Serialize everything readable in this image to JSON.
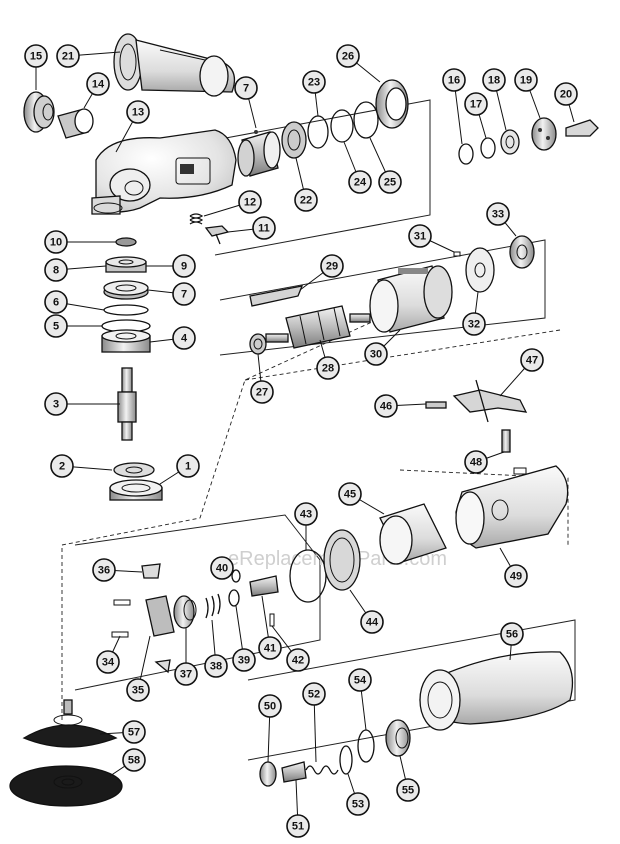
{
  "diagram": {
    "watermark": "eReplacementParts.com",
    "callouts": [
      "1",
      "2",
      "3",
      "4",
      "5",
      "6",
      "7",
      "7",
      "8",
      "9",
      "10",
      "11",
      "12",
      "13",
      "14",
      "15",
      "16",
      "17",
      "18",
      "19",
      "20",
      "21",
      "22",
      "23",
      "24",
      "25",
      "26",
      "27",
      "28",
      "29",
      "30",
      "31",
      "32",
      "33",
      "34",
      "35",
      "36",
      "37",
      "38",
      "39",
      "40",
      "41",
      "42",
      "43",
      "44",
      "45",
      "46",
      "47",
      "48",
      "49",
      "50",
      "51",
      "52",
      "53",
      "54",
      "55",
      "56",
      "57",
      "58"
    ]
  }
}
